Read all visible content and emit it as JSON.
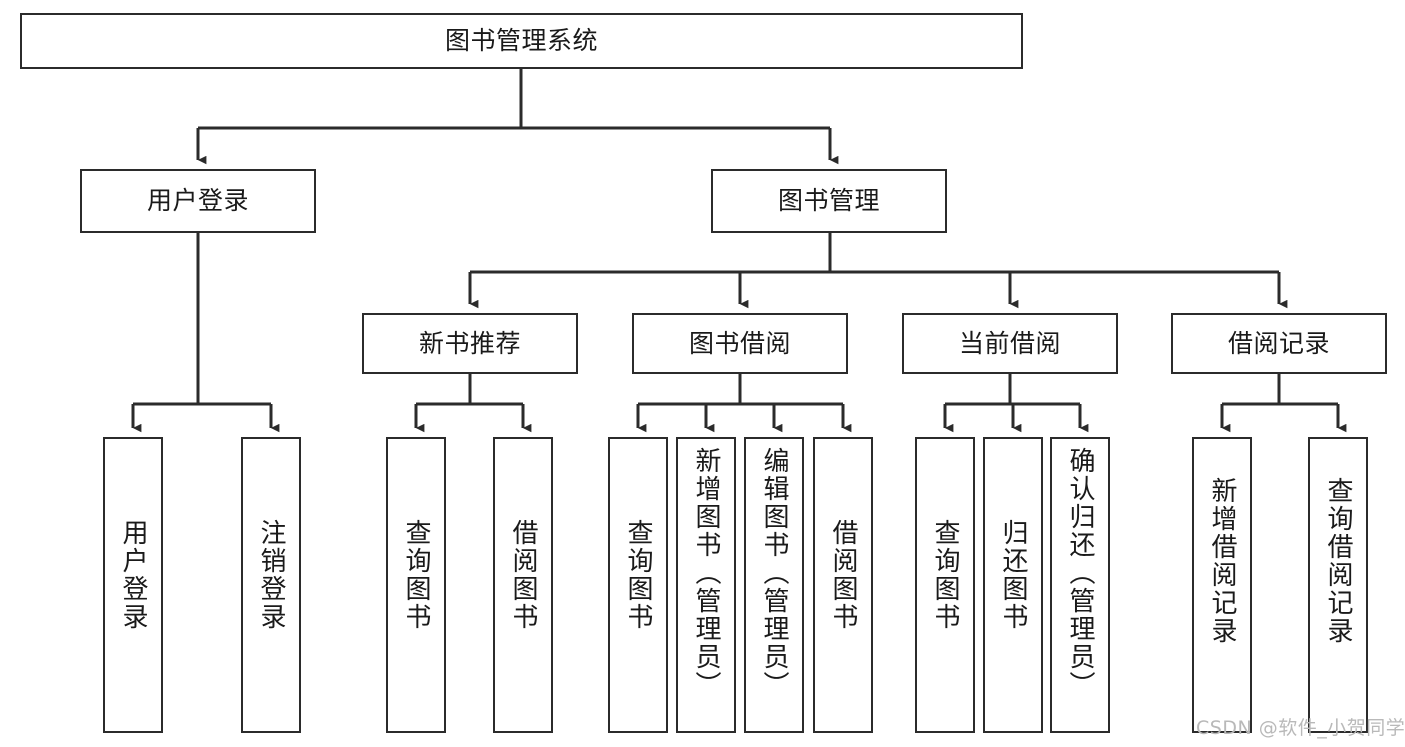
{
  "diagram": {
    "title": "图书管理系统",
    "type": "tree-hierarchy-chart",
    "background_color": "#ffffff",
    "border_color": "#2b2b2b",
    "text_color": "#1a1a1a",
    "watermark": "CSDN @软件_小贺同学",
    "levels": {
      "root": {
        "label": "图书管理系统"
      },
      "level2": [
        {
          "label": "用户登录"
        },
        {
          "label": "图书管理"
        }
      ],
      "level3": [
        {
          "label": "新书推荐"
        },
        {
          "label": "图书借阅"
        },
        {
          "label": "当前借阅"
        },
        {
          "label": "借阅记录"
        }
      ],
      "leaves": {
        "user_login": [
          {
            "label": "用户登录"
          },
          {
            "label": "注销登录"
          }
        ],
        "new_book_recommend": [
          {
            "label": "查询图书"
          },
          {
            "label": "借阅图书"
          }
        ],
        "book_borrow": [
          {
            "label": "查询图书"
          },
          {
            "label": "新增图书（管理员）"
          },
          {
            "label": "编辑图书（管理员）"
          },
          {
            "label": "借阅图书"
          }
        ],
        "current_borrow": [
          {
            "label": "查询图书"
          },
          {
            "label": "归还图书"
          },
          {
            "label": "确认归还（管理员）"
          }
        ],
        "borrow_record": [
          {
            "label": "新增借阅记录"
          },
          {
            "label": "查询借阅记录"
          }
        ]
      }
    }
  }
}
